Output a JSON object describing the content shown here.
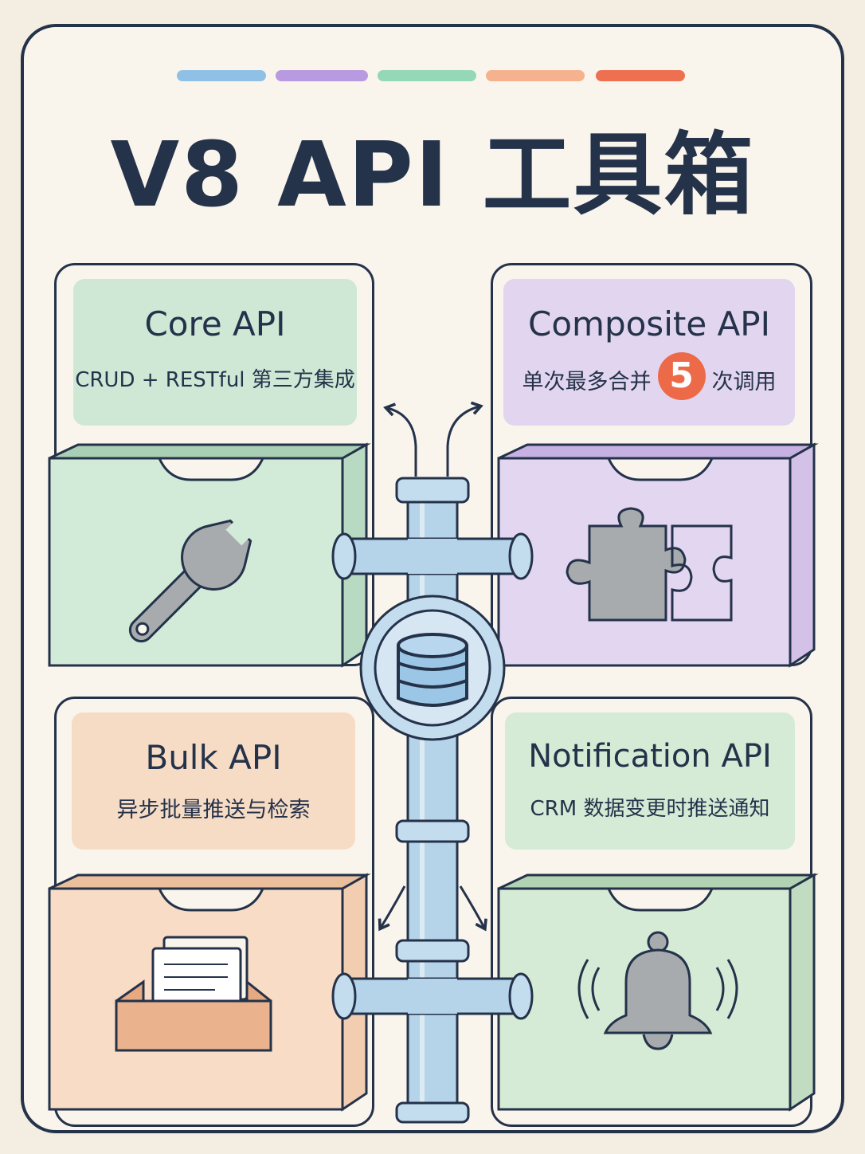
{
  "title": "V8 API 工具箱",
  "colors": {
    "stripes": [
      "#8fc1e6",
      "#b89ae0",
      "#95d8b8",
      "#f6b28f",
      "#ee7051"
    ],
    "outline": "#24324a",
    "core": "#cfe8d6",
    "composite": "#e2d5ef",
    "bulk": "#f7dcc5",
    "notification": "#d6ebd5",
    "pipe": "#b5d4ea",
    "badge": "#ec6a48"
  },
  "cards": {
    "core": {
      "name": "Core API",
      "desc": "CRUD + RESTful 第三方集成",
      "icon": "wrench-icon"
    },
    "composite": {
      "name": "Composite API",
      "desc_before": "单次最多合并",
      "badge": "5",
      "desc_after": "次调用",
      "icon": "puzzle-icon"
    },
    "bulk": {
      "name": "Bulk API",
      "desc": "异步批量推送与检索",
      "icon": "file-tray-icon"
    },
    "notification": {
      "name": "Notification API",
      "desc": "CRM 数据变更时推送通知",
      "icon": "bell-icon"
    }
  },
  "hub": {
    "icon": "database-icon"
  }
}
